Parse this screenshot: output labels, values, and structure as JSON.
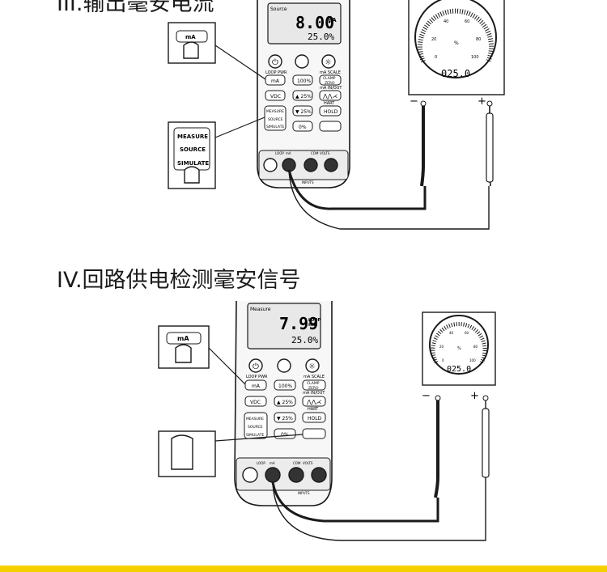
{
  "sections": [
    {
      "title": "III.输出毫安电流",
      "meter_mode": "Source",
      "lcd_main": "8.00",
      "lcd_unit": "mA",
      "lcd_sub": "25.0%",
      "callouts": [
        "mA",
        "MEASURE",
        "SOURCE",
        "SIMULATE"
      ],
      "gauge_readout": "025.0",
      "gauge_unit": "%",
      "gauge_scale": [
        "0",
        "20",
        "40",
        "60",
        "80",
        "100"
      ],
      "probe_minus": "−",
      "probe_plus": "+"
    },
    {
      "title": "IV.回路供电检测毫安信号",
      "meter_mode": "Measure",
      "lcd_main": "7.99",
      "lcd_unit_top": "LOOP",
      "lcd_unit": "mA",
      "lcd_sub": "25.0%",
      "callouts": [
        "mA"
      ],
      "gauge_readout": "025.0",
      "gauge_unit": "%",
      "gauge_scale": [
        "0",
        "20",
        "40",
        "60",
        "80",
        "100"
      ],
      "probe_minus": "−",
      "probe_plus": "+"
    }
  ],
  "keypad": {
    "loop_pwr": "LOOP PWR",
    "ma_scale": "mA SCALE",
    "ma": "mA",
    "pct100": "100%",
    "clamp": "CLAMP",
    "zero": "ZERO",
    "vdc": "VDC",
    "up25": "▲ 25%",
    "ma_inout": "mA IN/OUT",
    "hart": "HART",
    "measure": "MEASURE",
    "source": "SOURCE",
    "simulate": "SIMULATE",
    "down25": "▼ 25%",
    "hold": "HOLD",
    "pct0": "0%"
  },
  "jacks": {
    "ma_label": "mA",
    "loop_label": "LOOP",
    "com_label": "COM",
    "volts_label": "VOLTS",
    "inputs_label": "INPUTS"
  },
  "colors": {
    "accent_bar": "#f5d000",
    "line": "#1a1a1a"
  }
}
